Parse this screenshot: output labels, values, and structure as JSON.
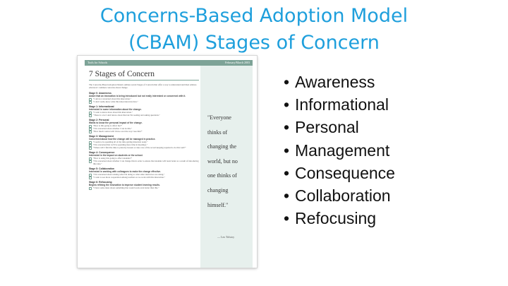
{
  "slide": {
    "title_line1": "Concerns-Based Adoption Model",
    "title_line2": "(CBAM) Stages of Concern"
  },
  "document": {
    "header_left": "Tools for Schools",
    "header_right": "February/March 2003",
    "heading": "7 Stages of Concern",
    "intro": "The Concerns-Based Adoption Model outlines seven Stages of Concern that offer a way to understand and then address educators' common concerns about change.",
    "stages": [
      {
        "title": "Stage 0: Awareness",
        "desc": "Aware that an innovation is being introduced but not really interested or concerned with it.",
        "quotes": [
          "\"I am not concerned about this innovation.\"",
          "\"I don't really know what this innovation involves.\""
        ]
      },
      {
        "title": "Stage 1: Informational",
        "desc": "Interested in some information about the change.",
        "quotes": [
          "\"I want to know more about this innovation.\"",
          "\"There is a lot I don't know about this but I'm reading and asking questions.\""
        ]
      },
      {
        "title": "Stage 2: Personal",
        "desc": "Wants to know the personal impact of the change.",
        "quotes": [
          "\"How is this going to affect me?\"",
          "\"I'm concerned about whether I can do this.\"",
          "\"How much control will I have over the way I use this?\""
        ]
      },
      {
        "title": "Stage 3: Management",
        "desc": "Concerned about how the change will be managed in practice.",
        "quotes": [
          "\"I seem to be spending all of my time getting materials ready.\"",
          "\"I'm concerned that we'll be spending more time in meetings.\"",
          "\"Where will I find the time to plan my lessons or take care of the record keeping required to do this well?\""
        ]
      },
      {
        "title": "Stage 4: Consequence",
        "desc": "Interested in the impact on students or the school.",
        "quotes": [
          "\"How is using this going to affect students?\"",
          "\"I'm concerned about whether I can change this in order to ensure that students will learn better as a result of introducing this idea.\""
        ]
      },
      {
        "title": "Stage 5: Collaboration",
        "desc": "Interested in working with colleagues to make the change effective.",
        "quotes": [
          "\"I'm concerned about relating what I'm doing to what other instructors are doing.\"",
          "\"I want to see more cooperation among teachers as we work with this innovation.\""
        ]
      },
      {
        "title": "Stage 6: Refocusing",
        "desc": "Begins refining the innovation to improve student learning results.",
        "quotes": [
          "\"I have some ideas about something that would work even better than this.\""
        ]
      }
    ],
    "sidebar_quote": [
      "\"Everyone",
      "thinks of",
      "changing the",
      "world, but no",
      "one thinks of",
      "changing",
      "himself.\""
    ],
    "sidebar_author": "— Leo Tolstoy"
  },
  "bullets": [
    "Awareness",
    "Informational",
    "Personal",
    "Management",
    "Consequence",
    "Collaboration",
    "Refocusing"
  ]
}
